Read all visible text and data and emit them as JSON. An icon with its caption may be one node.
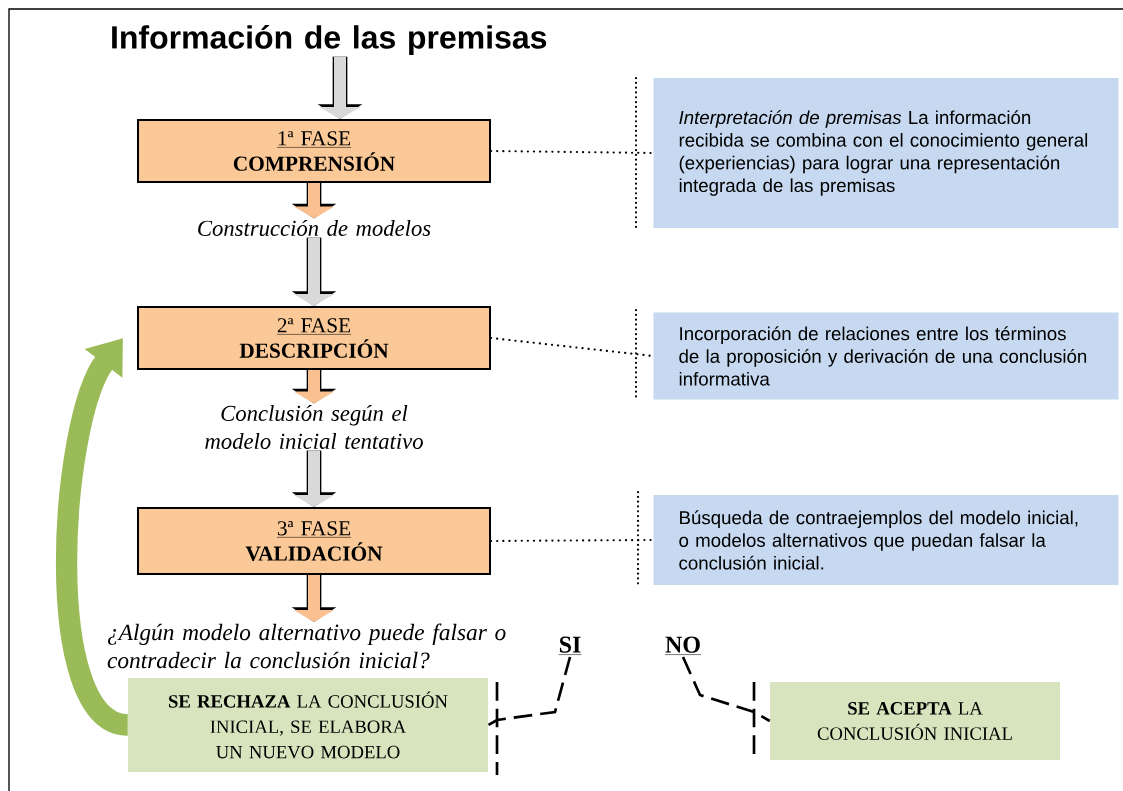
{
  "diagram": {
    "nodes": [
      {
        "text": [
          "Información de las premisas"
        ]
      },
      {
        "text": [
          "1ª FASE",
          "COMPRENSIÓN"
        ]
      },
      {
        "text": [
          "Construcción de modelos"
        ]
      },
      {
        "text": [
          "2ª FASE",
          "DESCRIPCIÓN"
        ]
      },
      {
        "text": [
          "Conclusión según el modelo inicial tentativo"
        ]
      },
      {
        "text": [
          "3ª FASE",
          "VALIDACIÓN"
        ]
      },
      {
        "text": [
          "¿Algún modelo alternativo puede falsar o contradecir la conclusión inicial?"
        ]
      },
      {
        "text": [
          "SI"
        ]
      },
      {
        "text": [
          "NO"
        ]
      },
      {
        "text": [
          "**SE RECHAZA** LA CONCLUSIÓN INICIAL, SE ELABORA UN NUEVO MODELO"
        ]
      },
      {
        "text": [
          "**SE ACEPTA** LA CONCLUSIÓN INICIAL"
        ]
      },
      {
        "text": [
          "*Interpretación de premisas* La información recibida se combina con el conocimiento general (experiencias) para lograr una representación integrada de las premisas"
        ]
      },
      {
        "text": [
          "Incorporación de relaciones entre los términos de la proposición y derivación de una conclusión informativa"
        ]
      },
      {
        "text": [
          "Búsqueda de contraejemplos del modelo inicial, o modelos alternativos que puedan falsar la conclusión inicial."
        ]
      }
    ],
    "edges": [
      {
        "from": 0,
        "to": 1,
        "arrow": "to",
        "color": "#d9d9d9"
      },
      {
        "from": 1,
        "to": 2,
        "arrow": "to",
        "color": "#fac090"
      },
      {
        "from": 2,
        "to": 3,
        "arrow": "to",
        "color": "#d9d9d9"
      },
      {
        "from": 3,
        "to": 4,
        "arrow": "to",
        "color": "#fac090"
      },
      {
        "from": 4,
        "to": 5,
        "arrow": "to",
        "color": "#d9d9d9"
      },
      {
        "from": 5,
        "to": 6,
        "arrow": "to",
        "color": "#fac090"
      },
      {
        "from": 1,
        "to": 11,
        "arrow": "none",
        "style": "dashed"
      },
      {
        "from": 3,
        "to": 12,
        "arrow": "none",
        "style": "dashed"
      },
      {
        "from": 5,
        "to": 13,
        "arrow": "none",
        "style": "dashed"
      },
      {
        "from": 7,
        "to": 9,
        "arrow": "none",
        "style": "dashed"
      },
      {
        "from": 8,
        "to": 10,
        "arrow": "none",
        "style": "dashed"
      },
      {
        "from": 9,
        "to": 3,
        "arrow": "to",
        "color": "#9bbb59"
      }
    ]
  }
}
